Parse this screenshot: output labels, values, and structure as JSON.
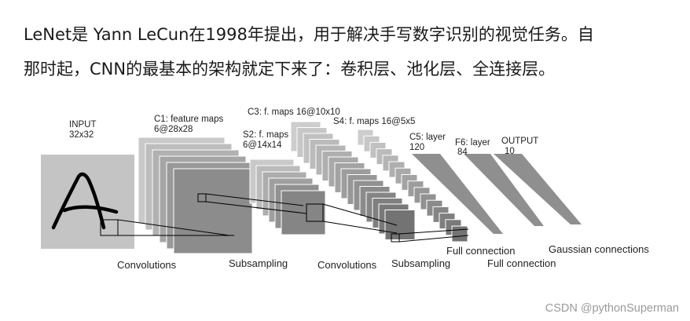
{
  "text": {
    "line1": "LeNet是 Yann LeCun在1998年提出，用于解决手写数字识别的视觉任务。自",
    "line2": "那时起，CNN的最基本的架构就定下来了：卷积层、池化层、全连接层。"
  },
  "diagram": {
    "layers": [
      {
        "name": "INPUT",
        "size": "32x32"
      },
      {
        "name": "C1: feature maps",
        "size": "6@28x28"
      },
      {
        "name": "S2: f. maps",
        "size": "6@14x14"
      },
      {
        "name": "C3: f. maps 16@10x10",
        "size": ""
      },
      {
        "name": "S4: f. maps 16@5x5",
        "size": ""
      },
      {
        "name": "C5: layer",
        "size": "120"
      },
      {
        "name": "F6: layer",
        "size": "84"
      },
      {
        "name": "OUTPUT",
        "size": "10"
      }
    ],
    "operations": [
      "Convolutions",
      "Subsampling",
      "Convolutions",
      "Subsampling",
      "Full connection",
      "Full connection",
      "Gaussian connections"
    ]
  },
  "watermark": "CSDN @pythonSuperman"
}
